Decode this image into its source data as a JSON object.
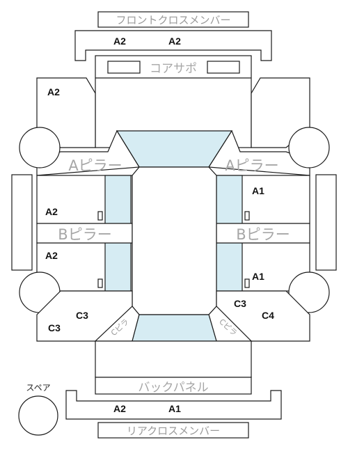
{
  "labels": {
    "front_cross_member": "フロントクロスメンバー",
    "core_support": "コアサポ",
    "a_pillar": "Aピラー",
    "b_pillar": "Bピラー",
    "back_panel": "バックパネル",
    "rear_cross_member": "リアクロスメンバー",
    "spare": "スペア",
    "c_pillar": "Cピラ"
  },
  "grades": {
    "front_member_left": "A2",
    "front_member_right": "A2",
    "front_left_corner": "A2",
    "front_left_door": "A2",
    "front_right_door": "A1",
    "rear_left_door": "A2",
    "rear_right_door": "A1",
    "rear_left_inner": "C3",
    "rear_left_corner": "C3",
    "rear_right_inner": "C3",
    "rear_right_corner": "C4",
    "rear_member_left": "A2",
    "rear_member_right": "A1"
  },
  "colors": {
    "glass": "#d6ecf3",
    "outline": "#1a1a1a",
    "label_gray": "#a6a6a6"
  }
}
